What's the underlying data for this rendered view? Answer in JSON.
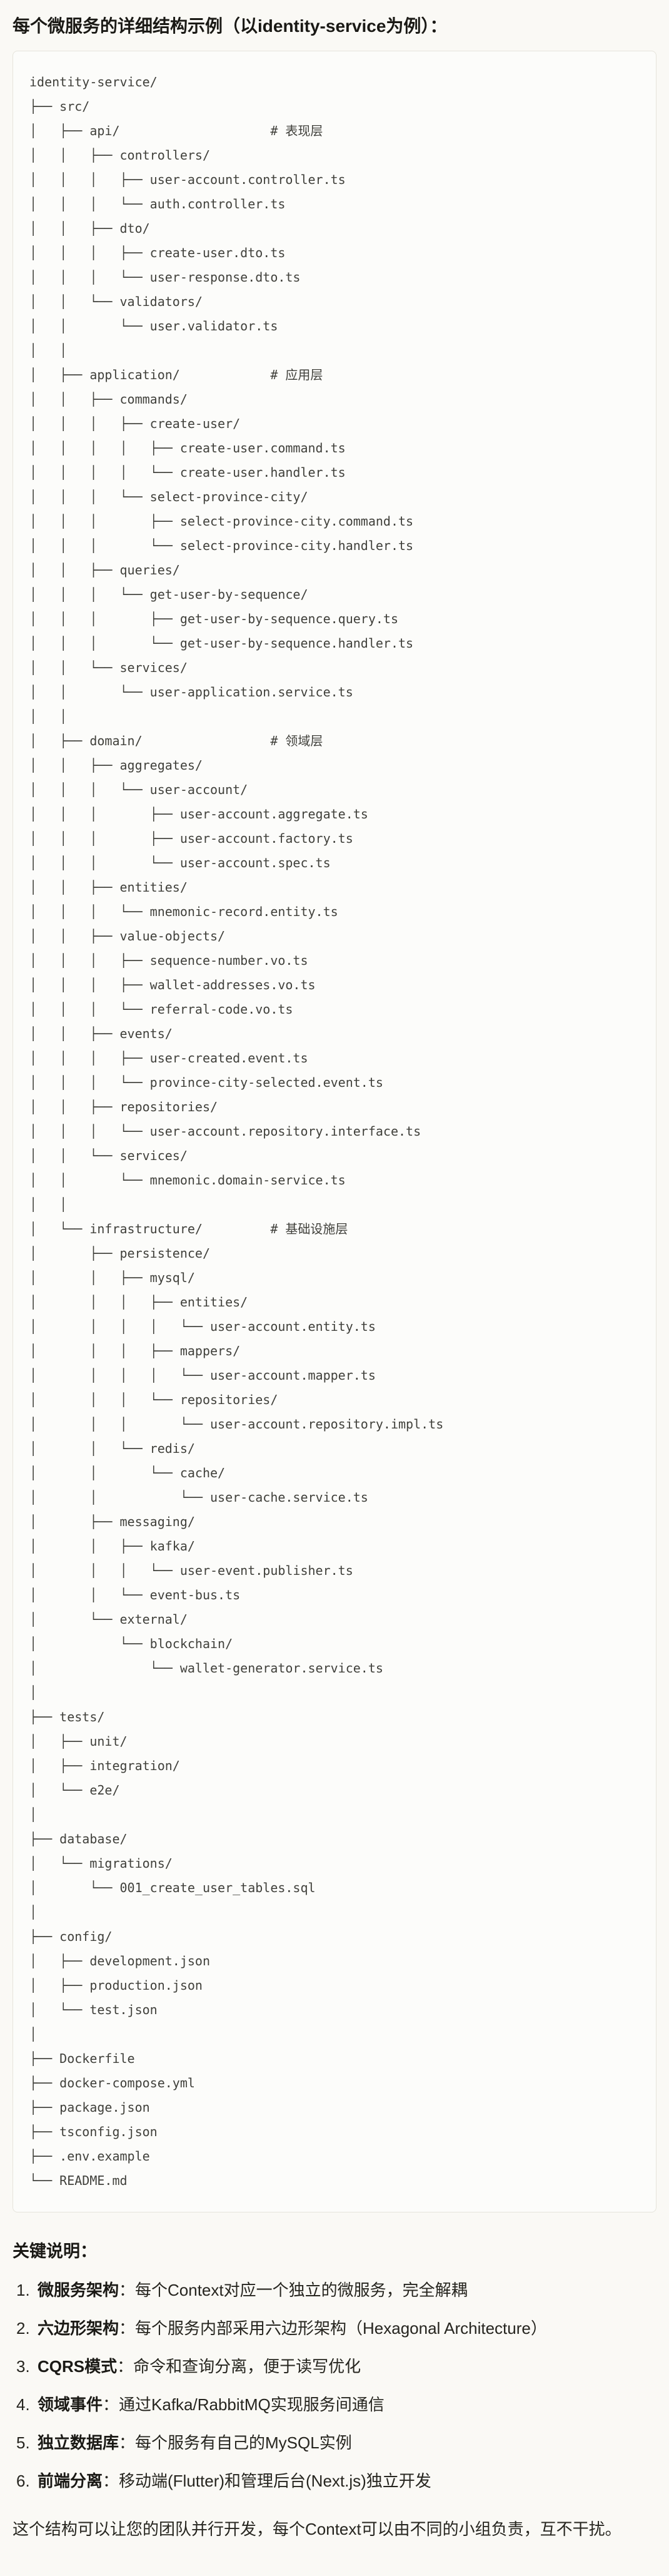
{
  "page": {
    "title": "每个微服务的详细结构示例（以identity-service为例）："
  },
  "tree": {
    "lines": [
      "identity-service/",
      "├── src/",
      "│   ├── api/                    # 表现层",
      "│   │   ├── controllers/",
      "│   │   │   ├── user-account.controller.ts",
      "│   │   │   └── auth.controller.ts",
      "│   │   ├── dto/",
      "│   │   │   ├── create-user.dto.ts",
      "│   │   │   └── user-response.dto.ts",
      "│   │   └── validators/",
      "│   │       └── user.validator.ts",
      "│   │",
      "│   ├── application/            # 应用层",
      "│   │   ├── commands/",
      "│   │   │   ├── create-user/",
      "│   │   │   │   ├── create-user.command.ts",
      "│   │   │   │   └── create-user.handler.ts",
      "│   │   │   └── select-province-city/",
      "│   │   │       ├── select-province-city.command.ts",
      "│   │   │       └── select-province-city.handler.ts",
      "│   │   ├── queries/",
      "│   │   │   └── get-user-by-sequence/",
      "│   │   │       ├── get-user-by-sequence.query.ts",
      "│   │   │       └── get-user-by-sequence.handler.ts",
      "│   │   └── services/",
      "│   │       └── user-application.service.ts",
      "│   │",
      "│   ├── domain/                 # 领域层",
      "│   │   ├── aggregates/",
      "│   │   │   └── user-account/",
      "│   │   │       ├── user-account.aggregate.ts",
      "│   │   │       ├── user-account.factory.ts",
      "│   │   │       └── user-account.spec.ts",
      "│   │   ├── entities/",
      "│   │   │   └── mnemonic-record.entity.ts",
      "│   │   ├── value-objects/",
      "│   │   │   ├── sequence-number.vo.ts",
      "│   │   │   ├── wallet-addresses.vo.ts",
      "│   │   │   └── referral-code.vo.ts",
      "│   │   ├── events/",
      "│   │   │   ├── user-created.event.ts",
      "│   │   │   └── province-city-selected.event.ts",
      "│   │   ├── repositories/",
      "│   │   │   └── user-account.repository.interface.ts",
      "│   │   └── services/",
      "│   │       └── mnemonic.domain-service.ts",
      "│   │",
      "│   └── infrastructure/         # 基础设施层",
      "│       ├── persistence/",
      "│       │   ├── mysql/",
      "│       │   │   ├── entities/",
      "│       │   │   │   └── user-account.entity.ts",
      "│       │   │   ├── mappers/",
      "│       │   │   │   └── user-account.mapper.ts",
      "│       │   │   └── repositories/",
      "│       │   │       └── user-account.repository.impl.ts",
      "│       │   └── redis/",
      "│       │       └── cache/",
      "│       │           └── user-cache.service.ts",
      "│       ├── messaging/",
      "│       │   ├── kafka/",
      "│       │   │   └── user-event.publisher.ts",
      "│       │   └── event-bus.ts",
      "│       └── external/",
      "│           └── blockchain/",
      "│               └── wallet-generator.service.ts",
      "│",
      "├── tests/",
      "│   ├── unit/",
      "│   ├── integration/",
      "│   └── e2e/",
      "│",
      "├── database/",
      "│   └── migrations/",
      "│       └── 001_create_user_tables.sql",
      "│",
      "├── config/",
      "│   ├── development.json",
      "│   ├── production.json",
      "│   └── test.json",
      "│",
      "├── Dockerfile",
      "├── docker-compose.yml",
      "├── package.json",
      "├── tsconfig.json",
      "├── .env.example",
      "└── README.md"
    ]
  },
  "notes": {
    "heading": "关键说明：",
    "items": [
      {
        "number": "1.",
        "term": "微服务架构",
        "separator": "：",
        "text": "每个Context对应一个独立的微服务，完全解耦"
      },
      {
        "number": "2.",
        "term": "六边形架构",
        "separator": "：",
        "text": "每个服务内部采用六边形架构（Hexagonal Architecture）"
      },
      {
        "number": "3.",
        "term": "CQRS模式",
        "separator": "：",
        "text": "命令和查询分离，便于读写优化"
      },
      {
        "number": "4.",
        "term": "领域事件",
        "separator": "：",
        "text": "通过Kafka/RabbitMQ实现服务间通信"
      },
      {
        "number": "5.",
        "term": "独立数据库",
        "separator": "：",
        "text": "每个服务有自己的MySQL实例"
      },
      {
        "number": "6.",
        "term": "前端分离",
        "separator": "：",
        "text": "移动端(Flutter)和管理后台(Next.js)独立开发"
      }
    ],
    "footer": "这个结构可以让您的团队并行开发，每个Context可以由不同的小组负责，互不干扰。"
  }
}
